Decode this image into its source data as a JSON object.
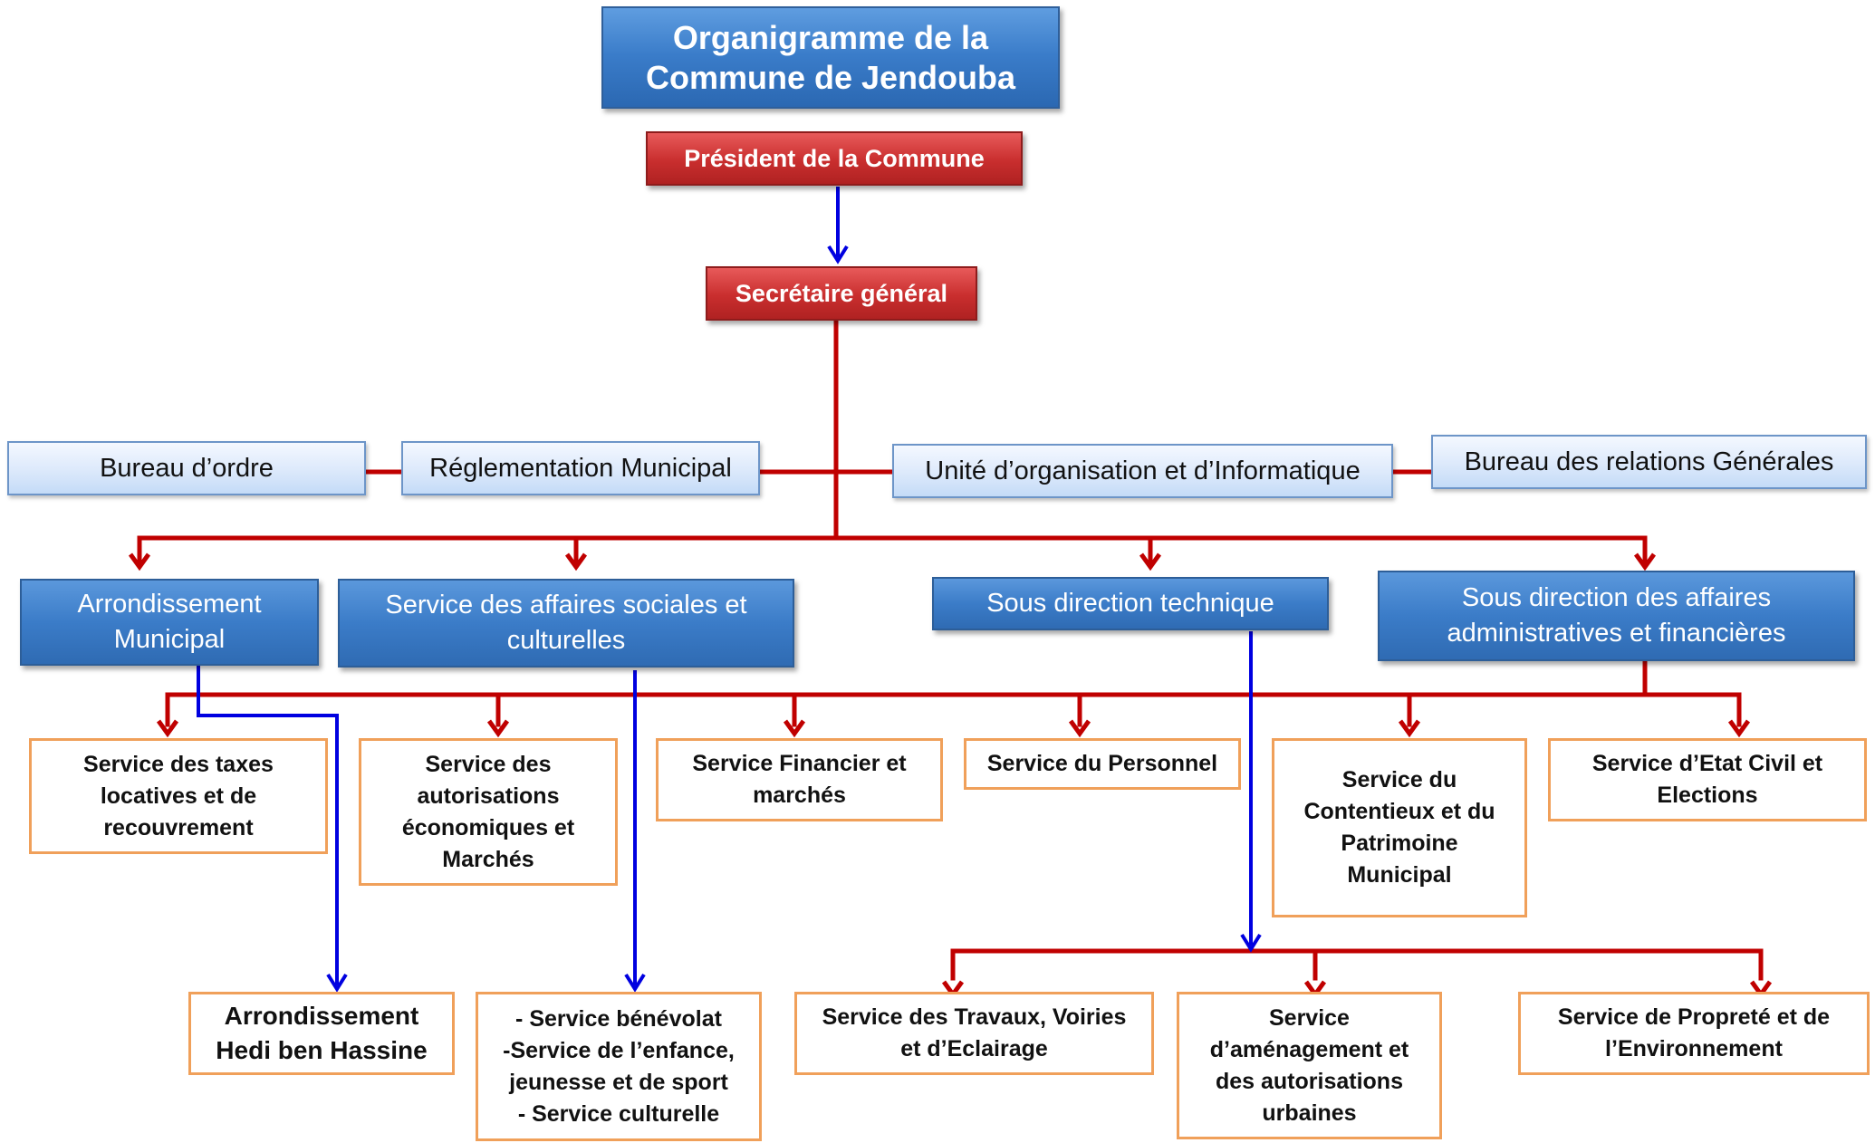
{
  "title": "Organigramme de la\nCommune de Jendouba",
  "president": "Président de la Commune",
  "secretaire": "Secrétaire général",
  "staff_units": [
    "Bureau d’ordre",
    "Réglementation Municipal",
    "Unité d’organisation et d’Informatique",
    "Bureau des relations Générales"
  ],
  "divisions": [
    "Arrondissement \nMunicipal",
    "Service des affaires sociales et\nculturelles",
    "Sous direction technique",
    "Sous direction des affaires\nadministratives et financières"
  ],
  "services": [
    "Service des taxes\nlocatives et de\nrecouvrement",
    "Service des\nautorisations\néconomiques et\nMarchés",
    "Service Financier et\nmarchés",
    "Service du Personnel",
    "Service du\nContentieux et du\nPatrimoine\nMunicipal",
    "Service d’Etat Civil et\nElections"
  ],
  "sub_units": [
    "Arrondissement\nHedi ben Hassine",
    "- Service bénévolat\n-Service de l’enfance,\njeunesse et de sport\n- Service culturelle",
    "Service des Travaux, Voiries\net d’Eclairage",
    "Service\nd’aménagement et\ndes autorisations\nurbaines",
    "Service de Propreté et de\nl’Environnement"
  ],
  "colors": {
    "red_line": "#c00000",
    "blue_arrow": "#0000e0",
    "orange_border": "#f0a05a"
  }
}
